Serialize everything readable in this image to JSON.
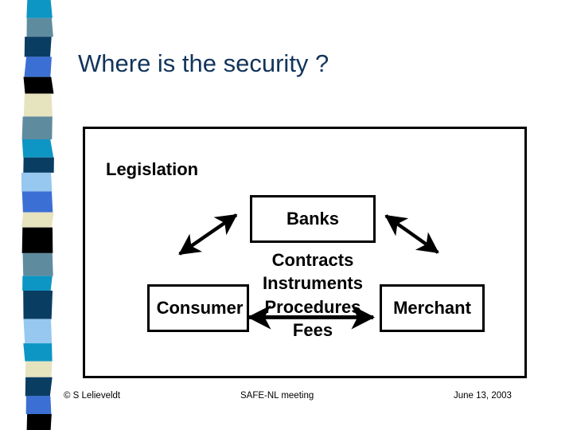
{
  "slide": {
    "title": "Where is the security ?",
    "title_color": "#12355B",
    "background": "#FFFFFF"
  },
  "diagram": {
    "frame_border_color": "#000000",
    "legislation_label": "Legislation",
    "nodes": [
      {
        "id": "banks",
        "label": "Banks"
      },
      {
        "id": "consumer",
        "label": "Consumer"
      },
      {
        "id": "merchant",
        "label": "Merchant"
      }
    ],
    "center_terms": [
      "Contracts",
      "Instruments",
      "Procedures",
      "Fees"
    ],
    "arrows": [
      {
        "id": "legislation-banks",
        "style": "double-headed",
        "direction": "diagonal-up-right"
      },
      {
        "id": "banks-merchant",
        "style": "double-headed",
        "direction": "diagonal-down-right"
      },
      {
        "id": "consumer-merchant",
        "style": "double-headed",
        "direction": "horizontal"
      }
    ]
  },
  "footer": {
    "copyright": "© S Lelieveldt",
    "center": "SAFE-NL meeting",
    "date": "June 13, 2003"
  },
  "decoration": {
    "stripe_band_name": "vertical-color-stripe-band",
    "stripes": [
      {
        "color": "#0D96C4",
        "height": 26
      },
      {
        "color": "#5E8C9E",
        "height": 27
      },
      {
        "color": "#0A3D62",
        "height": 29
      },
      {
        "color": "#3B6FD4",
        "height": 29
      },
      {
        "color": "#000000",
        "height": 24
      },
      {
        "color": "#E6E3BF",
        "height": 33
      },
      {
        "color": "#5E8C9E",
        "height": 33
      },
      {
        "color": "#0D96C4",
        "height": 26
      },
      {
        "color": "#0A3D62",
        "height": 22
      },
      {
        "color": "#96C8F0",
        "height": 27
      },
      {
        "color": "#3B6FD4",
        "height": 30
      },
      {
        "color": "#E6E3BF",
        "height": 22
      },
      {
        "color": "#000000",
        "height": 37
      },
      {
        "color": "#5E8C9E",
        "height": 33
      },
      {
        "color": "#0D96C4",
        "height": 21
      },
      {
        "color": "#0A3D62",
        "height": 41
      },
      {
        "color": "#96C8F0",
        "height": 35
      },
      {
        "color": "#0D96C4",
        "height": 26
      },
      {
        "color": "#E6E3BF",
        "height": 23
      },
      {
        "color": "#0A3D62",
        "height": 27
      },
      {
        "color": "#3B6FD4",
        "height": 26
      },
      {
        "color": "#000000",
        "height": 23
      }
    ]
  }
}
